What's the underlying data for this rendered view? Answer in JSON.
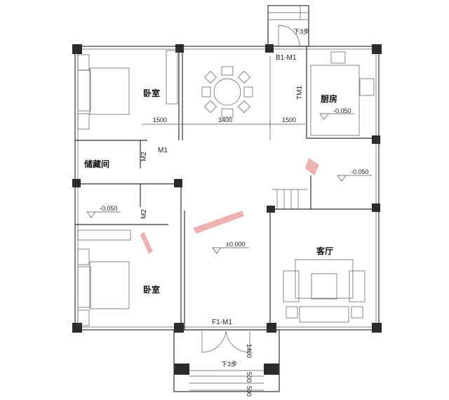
{
  "rooms": {
    "bedroom_top": "卧室",
    "storage": "储藏间",
    "kitchen": "厨房",
    "living_room": "客厅",
    "bedroom_bottom": "卧室"
  },
  "doors": {
    "m1": "M1",
    "m2_storage": "M2",
    "m2_bath": "M2",
    "b1_m1": "B1-M1",
    "tm1": "TM1",
    "f1_m1": "F1-M1"
  },
  "elevations": {
    "kitchen": "-0.050",
    "toilet": "-0.050",
    "bathroom": "-0.050",
    "hall": "±0.000"
  },
  "steps": {
    "back": "下3步",
    "front": "下3步"
  },
  "dimensions": {
    "d1": "1500",
    "d2": "3400",
    "d3": "1500",
    "front_depth": "1400",
    "step_a": "500",
    "step_b": "500"
  },
  "colors": {
    "wall": "#333333",
    "column": "#2b2b2b",
    "watermark": "#e8a0a0"
  }
}
